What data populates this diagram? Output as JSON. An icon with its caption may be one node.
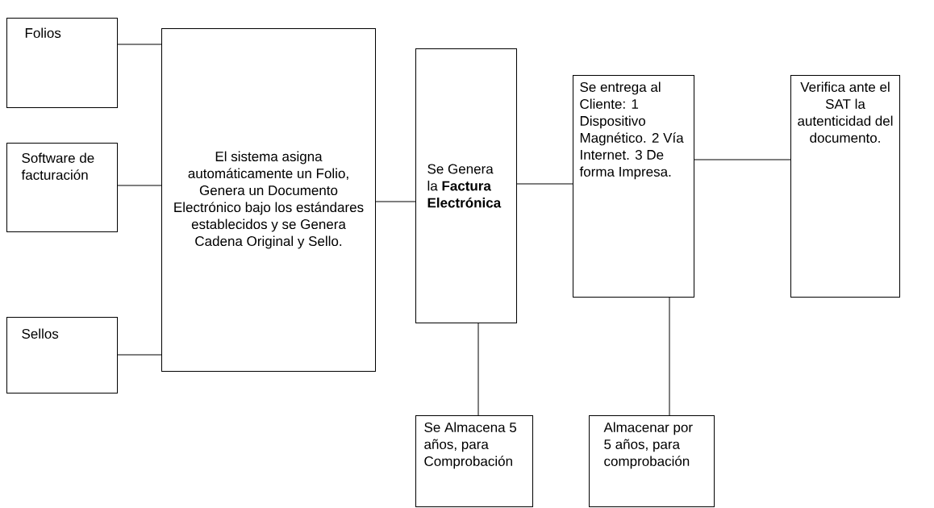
{
  "diagram": {
    "nodes": [
      {
        "text": [
          "Folios"
        ]
      },
      {
        "text": [
          "Software de facturación"
        ]
      },
      {
        "text": [
          "Sellos"
        ]
      },
      {
        "text": [
          "El sistema asigna automáticamente un Folio, Genera un Documento Electrónico bajo los estándares establecidos y se Genera Cadena Original y Sello."
        ]
      },
      {
        "text": [
          "Se Genera la **Factura Electrónica**"
        ]
      },
      {
        "text": [
          "Se entrega al Cliente: 1 Dispositivo Magnético. 2 Vía Internet. 3 De forma Impresa."
        ]
      },
      {
        "text": [
          "Verifica ante el SAT la autenticidad del documento."
        ]
      },
      {
        "text": [
          "Se Almacena 5 años, para Comprobación"
        ]
      },
      {
        "text": [
          "Almacenar por 5 años, para comprobación"
        ]
      }
    ],
    "edges": [
      {
        "from": 0,
        "to": 3,
        "arrow": "none"
      },
      {
        "from": 1,
        "to": 3,
        "arrow": "none"
      },
      {
        "from": 2,
        "to": 3,
        "arrow": "none"
      },
      {
        "from": 3,
        "to": 4,
        "arrow": "none"
      },
      {
        "from": 4,
        "to": 5,
        "arrow": "none"
      },
      {
        "from": 5,
        "to": 6,
        "arrow": "none"
      },
      {
        "from": 4,
        "to": 7,
        "arrow": "none"
      },
      {
        "from": 5,
        "to": 8,
        "arrow": "none"
      }
    ]
  }
}
